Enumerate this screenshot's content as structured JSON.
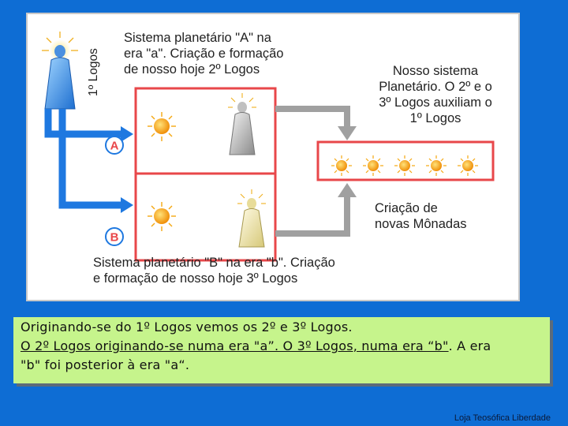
{
  "figure": {
    "label_top": "Sistema planetário \"A\" na\nera \"a\".  Criação e formação\nde nosso hoje 2º Logos",
    "label_logos": "1º Logos",
    "label_right": "Nosso sistema\nPlanetário.  O 2º e o\n3º Logos auxiliam o\n1º Logos",
    "label_mid": "Criação de\nnovas Mônadas",
    "label_bottom": "Sistema planetário \"B\" na era \"b\".  Criação\ne formação de nosso hoje 3º Logos",
    "marker_a": "A",
    "marker_b": "B",
    "colors": {
      "arrow_blue": "#1e78e0",
      "frame_red": "#e8474a",
      "arrow_gray": "#9a9a9a",
      "sun": "#f5a810"
    }
  },
  "caption": {
    "line1": "Originando-se do 1º Logos vemos os 2º e 3º Logos.",
    "line2_underlined": "O 2º Logos originando-se numa era \"a”. O 3º Logos, numa era “b\"",
    "line2_rest": ".  A era",
    "line3": "\"b\" foi posterior à era \"a“."
  },
  "footer": "Loja Teosófica Liberdade"
}
